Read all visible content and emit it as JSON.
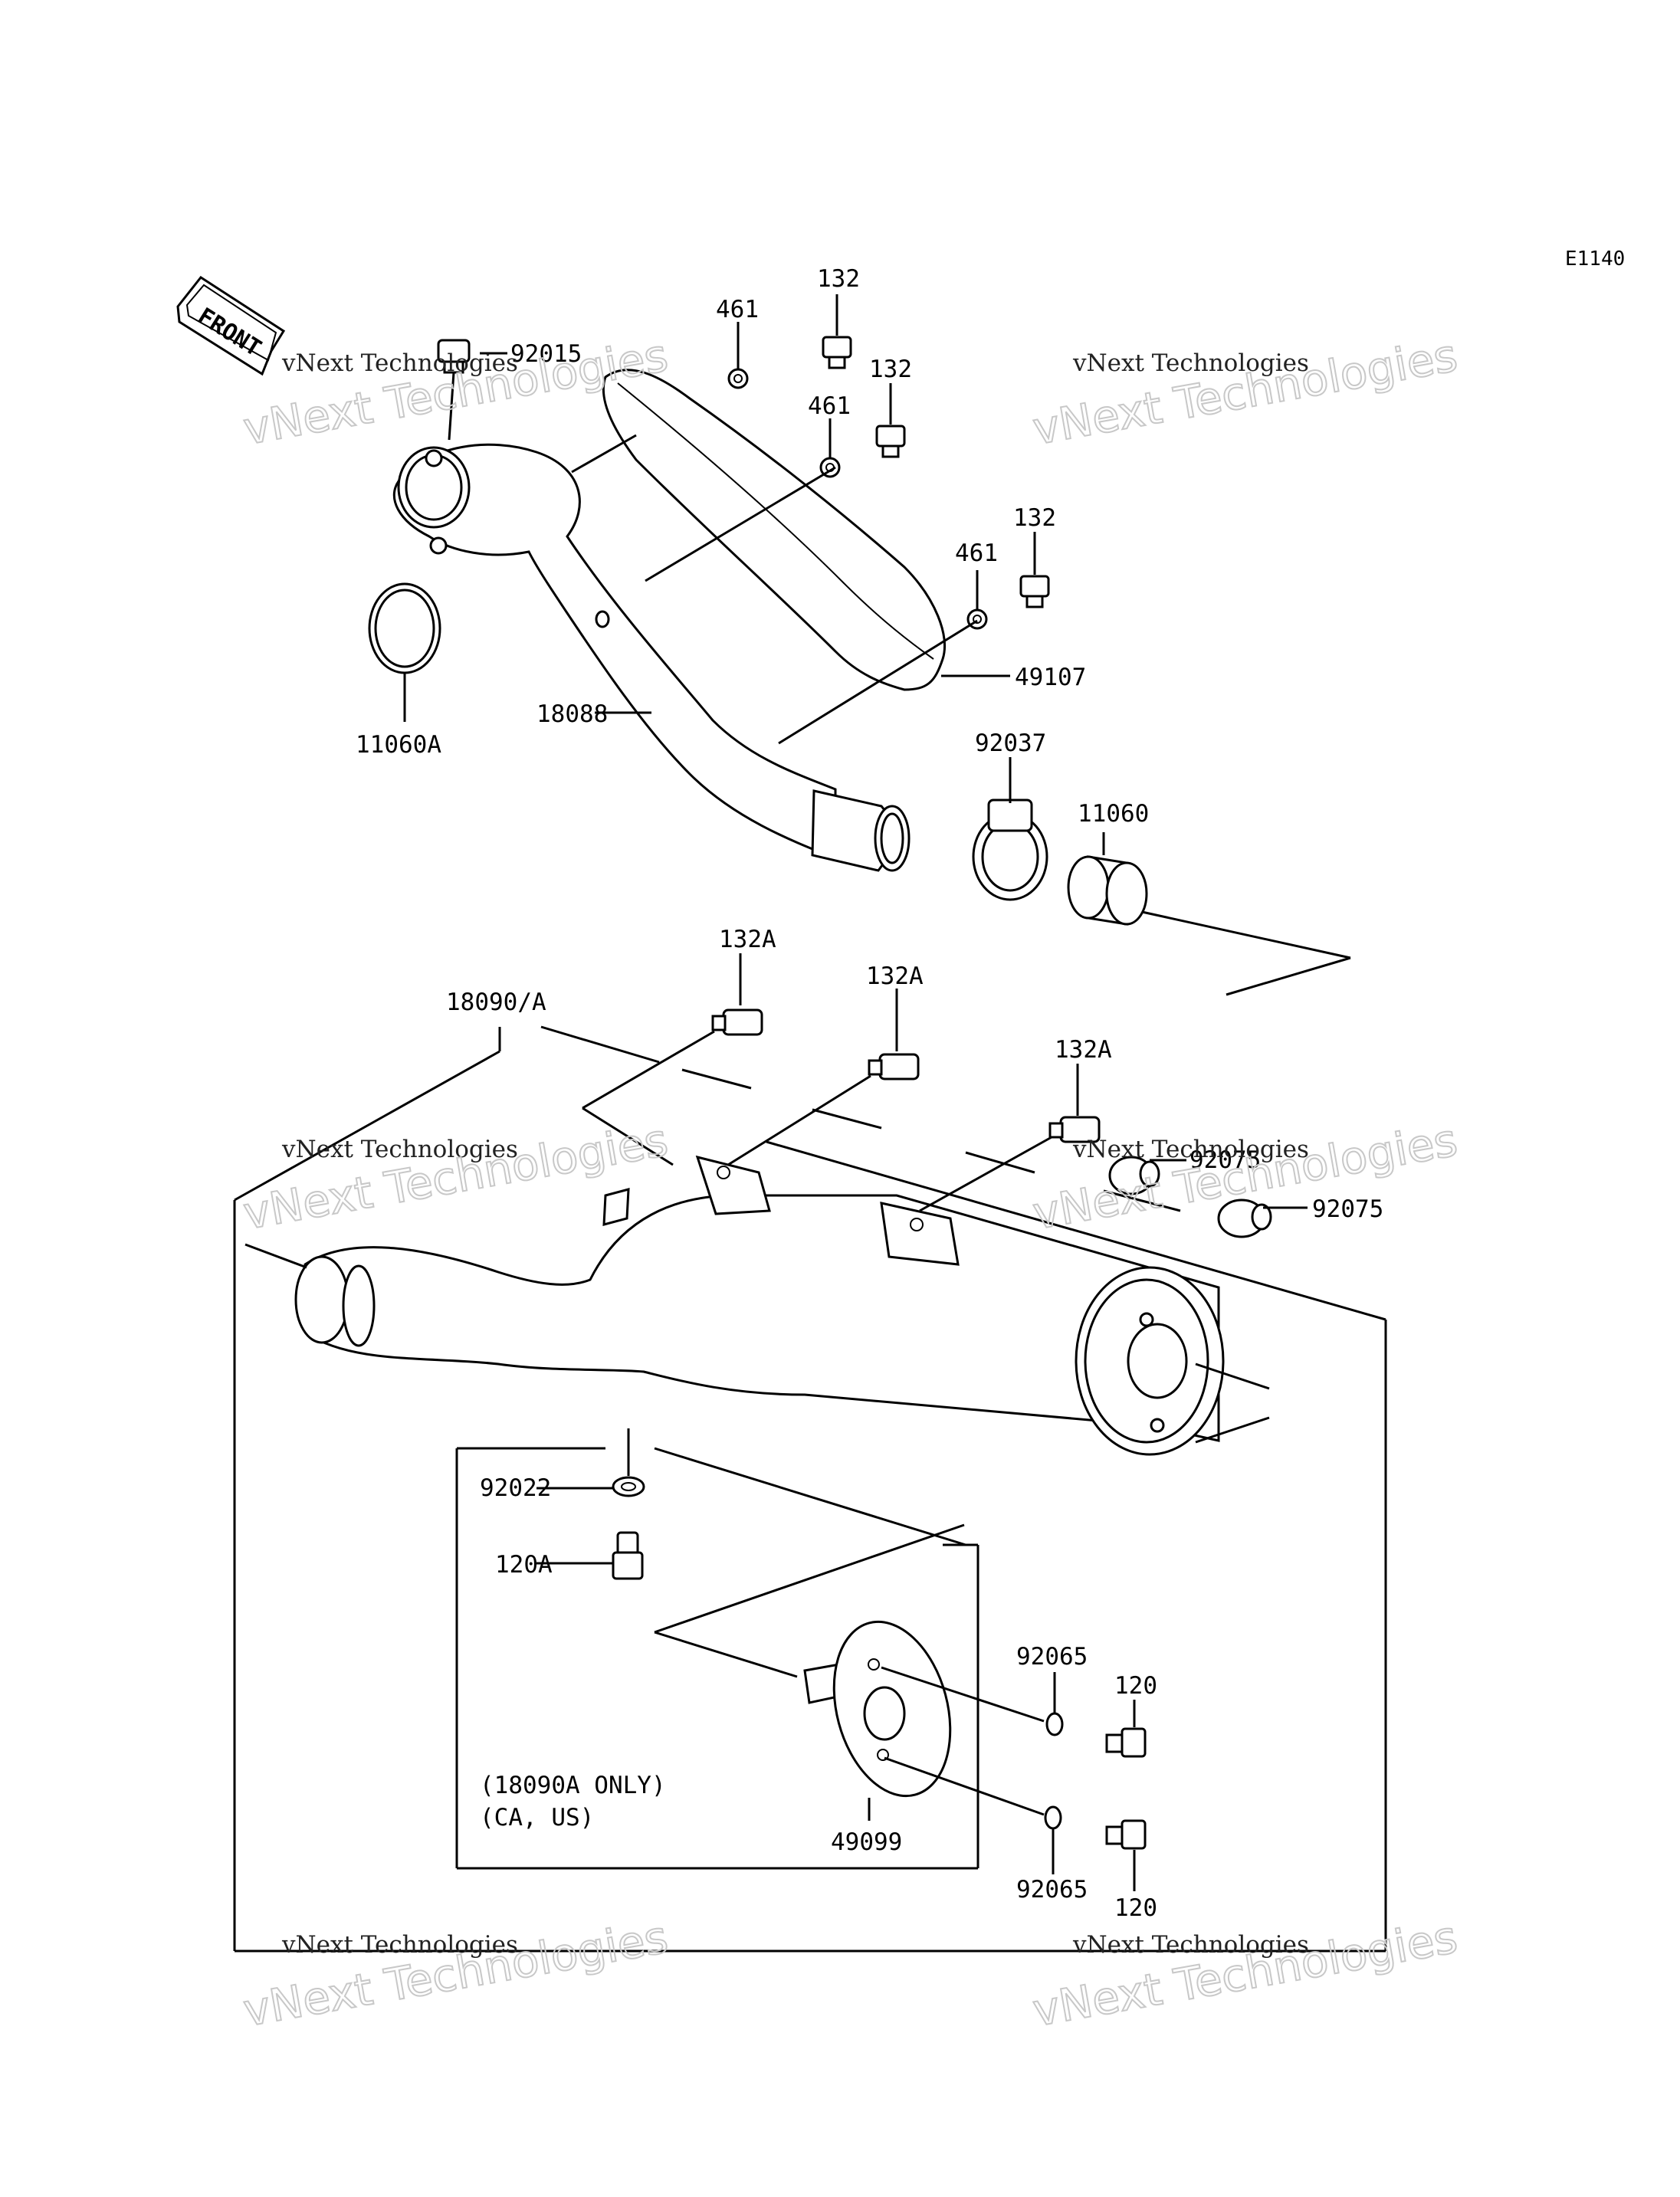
{
  "diagram": {
    "code": "E1140",
    "front_label": "FRONT",
    "note": [
      "(18090A ONLY)",
      "(CA, US)"
    ],
    "watermark": {
      "line1": "vNext Technologies",
      "line2": "vNext Technologies"
    },
    "labels": {
      "p92015": "92015",
      "p461a": "461",
      "p132a": "132",
      "p461b": "461",
      "p132b": "132",
      "p132c": "132",
      "p461c": "461",
      "p49107": "49107",
      "p11060A": "11060A",
      "p18088": "18088",
      "p92037": "92037",
      "p11060": "11060",
      "p132A1": "132A",
      "p132A2": "132A",
      "p132A3": "132A",
      "p18090A": "18090/A",
      "p92075a": "92075",
      "p92075b": "92075",
      "p92022": "92022",
      "p120A": "120A",
      "p92065a": "92065",
      "p120a": "120",
      "p49099": "49099",
      "p92065b": "92065",
      "p120b": "120"
    }
  }
}
